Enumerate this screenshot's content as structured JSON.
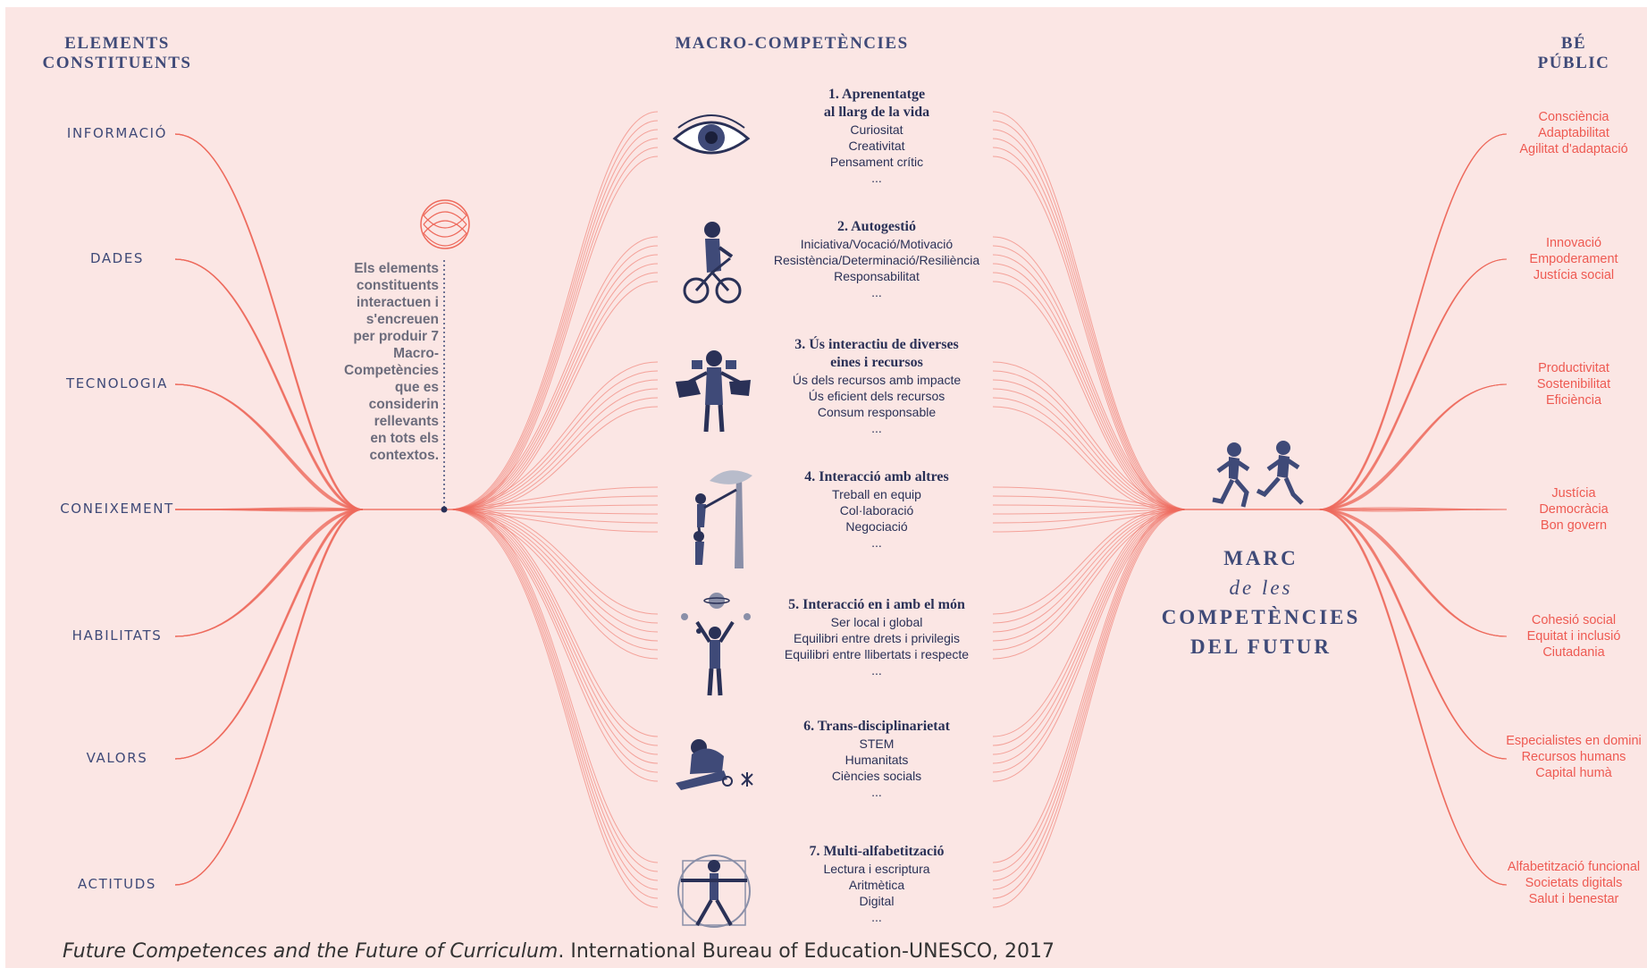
{
  "headers": {
    "left": [
      "ELEMENTS",
      "CONSTITUENTS"
    ],
    "center": "MACRO-COMPETÈNCIES",
    "right": [
      "BÉ",
      "PÚBLIC"
    ]
  },
  "elements": [
    "INFORMACIÓ",
    "DADES",
    "TECNOLOGIA",
    "CONEIXEMENT",
    "HABILITATS",
    "VALORS",
    "ACTITUDS"
  ],
  "note": [
    "Els elements",
    "constituents",
    "interactuen i",
    "s'encreuen",
    "per produir 7",
    "Macro-",
    "Competències",
    "que es",
    "considerin",
    "rellevants",
    "en tots els",
    "contextos."
  ],
  "competences": [
    {
      "title": [
        "1. Aprenentatge",
        "al llarg de la vida"
      ],
      "items": [
        "Curiositat",
        "Creativitat",
        "Pensament crític",
        "..."
      ],
      "icon": "eye-icon"
    },
    {
      "title": [
        "2. Autogestió"
      ],
      "items": [
        "Iniciativa/Vocació/Motivació",
        "Resistència/Determinació/Resiliència",
        "Responsabilitat",
        "..."
      ],
      "icon": "cyclist-icon"
    },
    {
      "title": [
        "3. Ús interactiu de diverses",
        "eines i recursos"
      ],
      "items": [
        "Ús dels recursos amb impacte",
        "Ús eficient dels recursos",
        "Consum responsable",
        "..."
      ],
      "icon": "juggler-icon"
    },
    {
      "title": [
        "4. Interacció amb altres"
      ],
      "items": [
        "Treball en equip",
        "Col·laboració",
        "Negociació",
        "..."
      ],
      "icon": "climbing-tree-icon"
    },
    {
      "title": [
        "5. Interacció en i amb el món"
      ],
      "items": [
        "Ser local i global",
        "Equilibri entre drets i privilegis",
        "Equilibri entre llibertats i respecte",
        "..."
      ],
      "icon": "planets-person-icon"
    },
    {
      "title": [
        "6. Trans-disciplinarietat"
      ],
      "items": [
        "STEM",
        "Humanitats",
        "Ciències socials",
        "..."
      ],
      "icon": "reading-person-icon"
    },
    {
      "title": [
        "7. Multi-alfabetització"
      ],
      "items": [
        "Lectura i escriptura",
        "Aritmètica",
        "Digital",
        "..."
      ],
      "icon": "vitruvian-man-icon"
    }
  ],
  "public_goods": [
    [
      "Consciència",
      "Adaptabilitat",
      "Agilitat d'adaptació"
    ],
    [
      "Innovació",
      "Empoderament",
      "Justícia social"
    ],
    [
      "Productivitat",
      "Sostenibilitat",
      "Eficiència"
    ],
    [
      "Justícia",
      "Democràcia",
      "Bon govern"
    ],
    [
      "Cohesió social",
      "Equitat i inclusió",
      "Ciutadania"
    ],
    [
      "Especialistes en domini",
      "Recursos humans",
      "Capital humà"
    ],
    [
      "Alfabetització funcional",
      "Societats digitals",
      "Salut i benestar"
    ]
  ],
  "marc": [
    "MARC",
    "de les",
    "COMPETÈNCIES",
    "DEL FUTUR"
  ],
  "caption": {
    "title": "Future Competences and the Future of Curriculum",
    "rest": ". International Bureau of Education-UNESCO, 2017"
  },
  "colors": {
    "background": "#fbe6e4",
    "line": "#ee6a5c",
    "navy": "#3f4a78",
    "public": "#ee5a52"
  }
}
